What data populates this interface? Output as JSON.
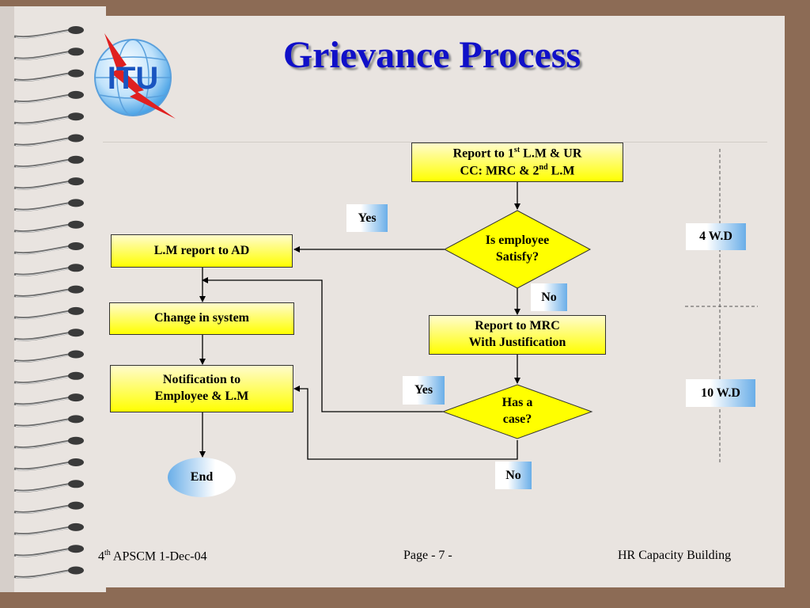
{
  "title": "Grievance Process",
  "logo": {
    "text": "ITU",
    "color": "#1a55c0"
  },
  "nodes": {
    "report_lm": {
      "line1_a": "Report to 1",
      "line1_sup": "st",
      "line1_b": " L.M & UR",
      "line2_a": "CC: MRC & 2",
      "line2_sup": "nd",
      "line2_b": " L.M"
    },
    "is_satisfied": {
      "line1": "Is employee",
      "line2": "Satisfy?"
    },
    "lm_report_ad": "L.M report to AD",
    "change_system": "Change in system",
    "notification": {
      "line1": "Notification to",
      "line2": "Employee & L.M"
    },
    "end": "End",
    "report_mrc": {
      "line1": "Report to MRC",
      "line2": "With Justification"
    },
    "has_case": {
      "line1": "Has a",
      "line2": "case?"
    }
  },
  "labels": {
    "yes_1": "Yes",
    "no_1": "No",
    "yes_2": "Yes",
    "no_2": "No"
  },
  "durations": {
    "first": "4 W.D",
    "second": "10 W.D"
  },
  "footer": {
    "left_a": "4",
    "left_sup": "th",
    "left_b": " APSCM 1-Dec-04",
    "center": "Page - 7 -",
    "right": "HR Capacity Building"
  },
  "colors": {
    "title": "#1010c8",
    "box_fill": "#ffff00",
    "tag_fill": "#6aaee8",
    "background": "#8c6b55"
  }
}
